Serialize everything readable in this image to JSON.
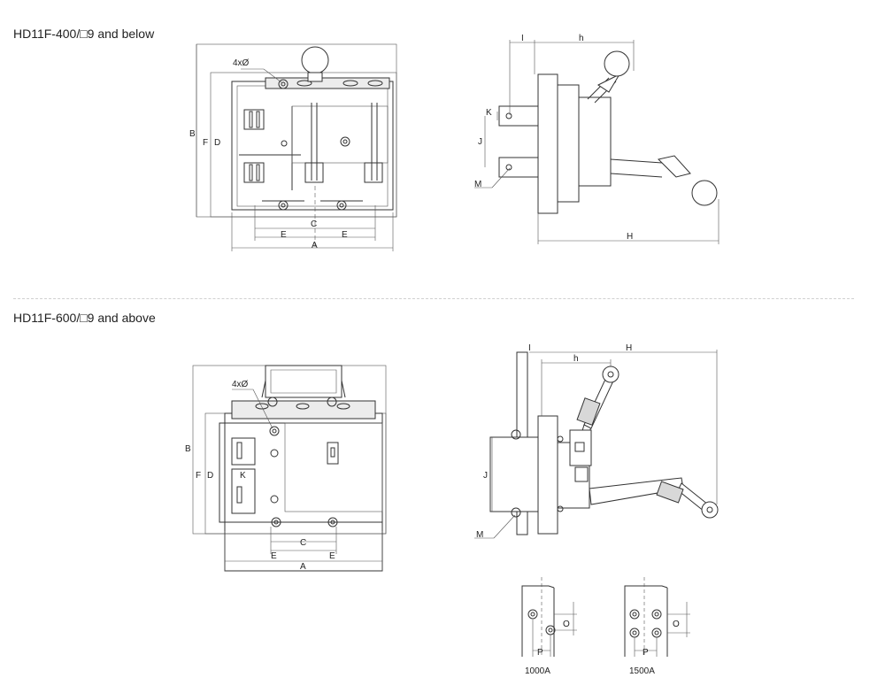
{
  "sections": [
    {
      "title": "HD11F-400/□9",
      "suffix": "and below"
    },
    {
      "title": "HD11F-600/□9",
      "suffix": "and above"
    }
  ],
  "labels": {
    "A": "A",
    "B": "B",
    "C": "C",
    "D": "D",
    "E": "E",
    "F": "F",
    "H": "H",
    "h": "h",
    "I": "I",
    "J": "J",
    "K": "K",
    "M": "M",
    "O": "O",
    "P": "P",
    "holes": "4xØ"
  },
  "details": [
    "1000A",
    "1500A"
  ]
}
